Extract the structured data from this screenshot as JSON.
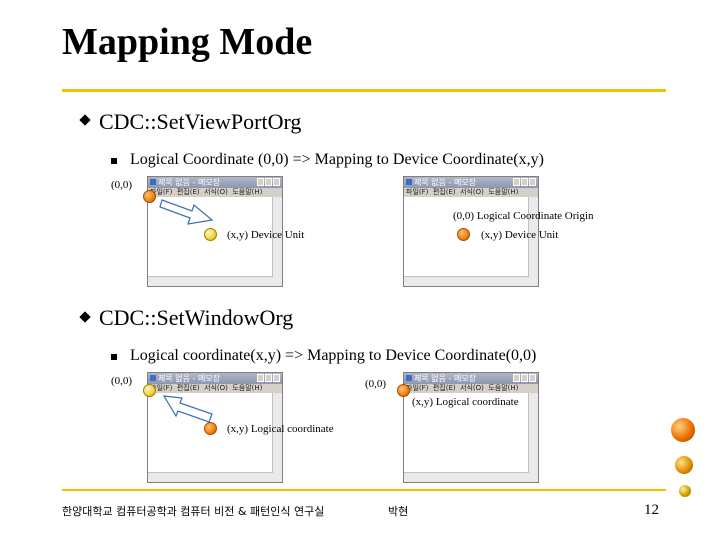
{
  "title": "Mapping Mode",
  "section1": {
    "heading": "CDC::SetViewPortOrg",
    "sub": "Logical Coordinate (0,0) => Mapping to Device Coordinate(x,y)",
    "left": {
      "origin_label": "(0,0)",
      "point_label": "(x,y)  Device Unit"
    },
    "right": {
      "origin_label": "(0,0)   Logical Coordinate Origin",
      "point_label": "(x,y)  Device Unit"
    }
  },
  "section2": {
    "heading": "CDC::SetWindowOrg",
    "sub": "Logical coordinate(x,y)  =>  Mapping to Device Coordinate(0,0)",
    "left": {
      "origin_label": "(0,0)",
      "point_label": "(x,y)  Logical coordinate"
    },
    "right": {
      "origin_label": "(0,0)",
      "point_label": "(x,y)  Logical coordinate"
    }
  },
  "window": {
    "title": "제목 없음 - 메모장",
    "menu": [
      "파일(F)",
      "편집(E)",
      "서식(O)",
      "도움말(H)"
    ]
  },
  "footer": {
    "org": "한양대학교 컴퓨터공학과  컴퓨터 비전 & 패턴인식 연구실",
    "author": "박현",
    "page": "12"
  },
  "colors": {
    "accent_rule": "#f0c000",
    "origin_dot": "#f08010",
    "point_dot": "#f0d040"
  }
}
